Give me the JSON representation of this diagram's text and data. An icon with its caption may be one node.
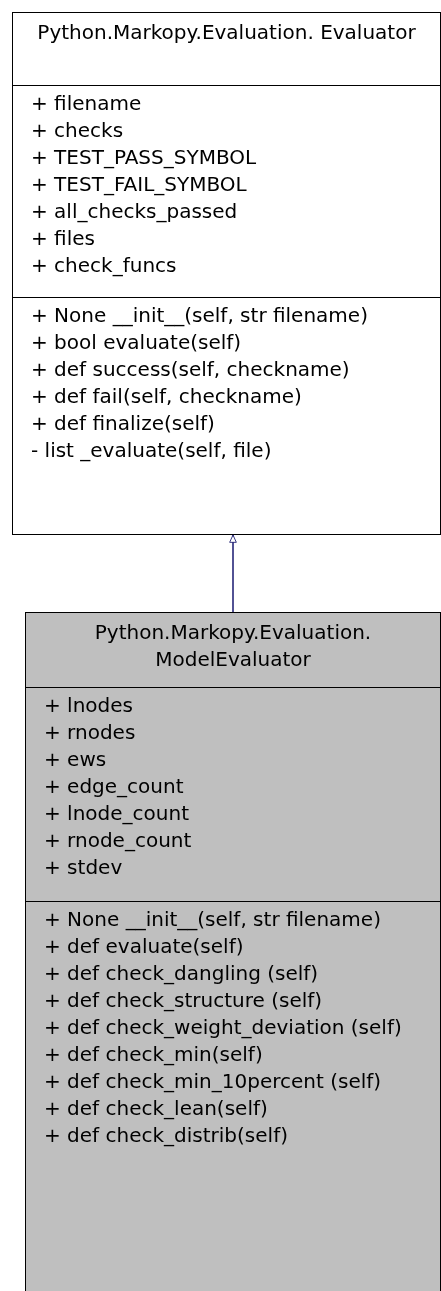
{
  "diagram": {
    "nodes": [
      {
        "text": [
          "Python.Markopy.Evaluation. Evaluator"
        ]
      },
      {
        "text": [
          "+ filename",
          "+ checks",
          "+ TEST_PASS_SYMBOL",
          "+ TEST_FAIL_SYMBOL",
          "+ all_checks_passed",
          "+ files",
          "+ check_funcs"
        ],
        "in": 0
      },
      {
        "text": [
          "+ None __init__(self, str filename)",
          "+ bool evaluate(self)",
          "+ def success(self, checkname)",
          "+ def fail(self, checkname)",
          "+ def finalize(self)",
          "- list _evaluate(self, file)"
        ],
        "in": 0
      },
      {
        "text": [
          "Python.Markopy.Evaluation. ModelEvaluator"
        ]
      },
      {
        "text": [
          "+ lnodes",
          "+ rnodes",
          "+ ews",
          "+ edge_count",
          "+ lnode_count",
          "+ rnode_count",
          "+ stdev"
        ],
        "in": 3
      },
      {
        "text": [
          "+ None __init__(self, str filename)",
          "+ def evaluate(self)",
          "+ def check_dangling (self)",
          "+ def check_structure (self)",
          "+ def check_weight_deviation (self)",
          "+ def check_min(self)",
          "+ def check_min_10percent (self)",
          "+ def check_lean(self)",
          "+ def check_distrib(self)"
        ],
        "in": 3
      }
    ],
    "edges": [
      {
        "from": 3,
        "to": 0,
        "arrow": "to",
        "color": "#191970"
      }
    ]
  }
}
